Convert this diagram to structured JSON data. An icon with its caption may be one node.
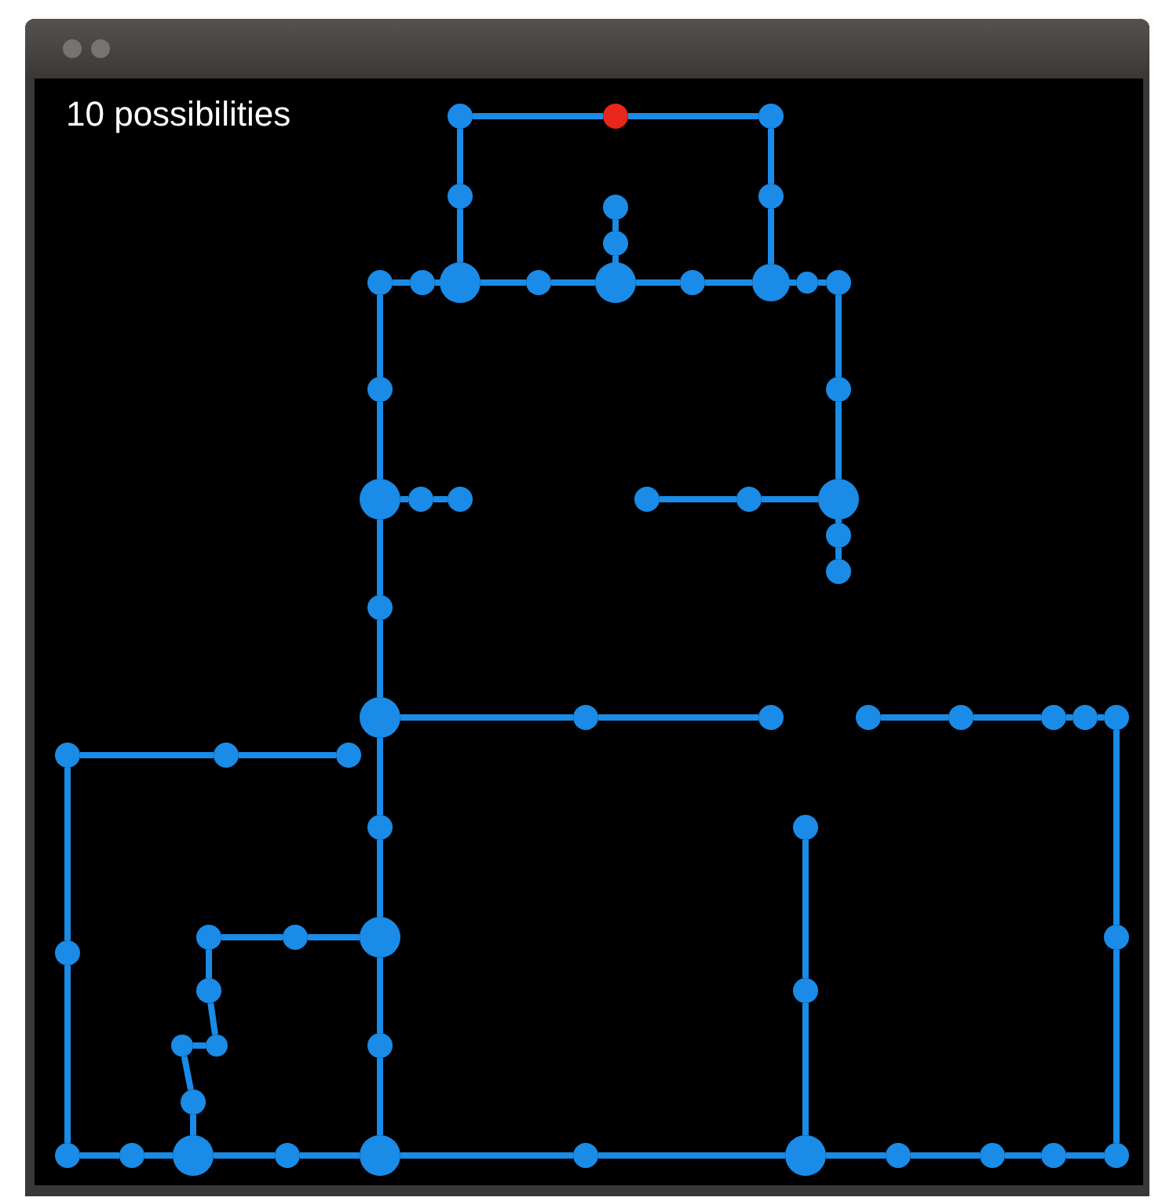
{
  "diagram": {
    "nodes": [
      {
        "text": [],
        "shape": "circle"
      },
      {
        "text": [],
        "shape": "circle"
      },
      {
        "text": [],
        "shape": "circle"
      },
      {
        "text": [],
        "shape": "circle"
      },
      {
        "text": [],
        "shape": "circle"
      },
      {
        "text": [],
        "shape": "circle"
      },
      {
        "text": [],
        "shape": "circle"
      },
      {
        "text": [],
        "shape": "circle"
      },
      {
        "text": [],
        "shape": "circle"
      },
      {
        "text": [],
        "shape": "circle"
      },
      {
        "text": [],
        "shape": "circle"
      },
      {
        "text": [],
        "shape": "circle"
      },
      {
        "text": [],
        "shape": "circle"
      },
      {
        "text": [],
        "shape": "circle"
      },
      {
        "text": [],
        "shape": "circle"
      },
      {
        "text": [],
        "shape": "circle"
      },
      {
        "text": [],
        "shape": "circle"
      },
      {
        "text": [],
        "shape": "circle"
      },
      {
        "text": [],
        "shape": "circle"
      },
      {
        "text": [],
        "shape": "circle"
      },
      {
        "text": [],
        "shape": "circle"
      },
      {
        "text": [],
        "shape": "circle"
      },
      {
        "text": [],
        "shape": "circle"
      },
      {
        "text": [],
        "shape": "circle"
      },
      {
        "text": [],
        "shape": "circle"
      },
      {
        "text": [],
        "shape": "circle"
      },
      {
        "text": [],
        "shape": "circle"
      },
      {
        "text": [],
        "shape": "circle"
      },
      {
        "text": [],
        "shape": "circle"
      },
      {
        "text": [],
        "shape": "circle"
      },
      {
        "text": [],
        "shape": "circle"
      },
      {
        "text": [],
        "shape": "circle"
      },
      {
        "text": [],
        "shape": "circle"
      },
      {
        "text": [],
        "shape": "circle"
      },
      {
        "text": [],
        "shape": "circle"
      },
      {
        "text": [],
        "shape": "circle"
      },
      {
        "text": [],
        "shape": "circle"
      },
      {
        "text": [],
        "shape": "circle"
      },
      {
        "text": [],
        "shape": "circle"
      },
      {
        "text": [],
        "shape": "circle"
      },
      {
        "text": [],
        "shape": "circle"
      },
      {
        "text": [],
        "shape": "circle"
      },
      {
        "text": [],
        "shape": "circle"
      },
      {
        "text": [],
        "shape": "circle"
      },
      {
        "text": [],
        "shape": "circle"
      },
      {
        "text": [],
        "shape": "circle"
      },
      {
        "text": [],
        "shape": "circle"
      },
      {
        "text": [],
        "shape": "circle"
      },
      {
        "text": [],
        "shape": "circle"
      },
      {
        "text": [],
        "shape": "circle"
      },
      {
        "text": [],
        "shape": "circle"
      },
      {
        "text": [],
        "shape": "circle"
      },
      {
        "text": [],
        "shape": "circle"
      },
      {
        "text": [],
        "shape": "circle"
      },
      {
        "text": [],
        "shape": "circle"
      },
      {
        "text": [],
        "shape": "circle"
      },
      {
        "text": [],
        "shape": "circle"
      },
      {
        "text": [],
        "shape": "circle"
      },
      {
        "text": [],
        "shape": "circle"
      },
      {
        "text": [],
        "shape": "circle"
      },
      {
        "text": [],
        "shape": "circle"
      },
      {
        "text": [],
        "shape": "circle"
      }
    ],
    "edges": [
      {
        "from": 0,
        "to": 1,
        "arrow": "none"
      },
      {
        "from": 1,
        "to": 2,
        "arrow": "none"
      },
      {
        "from": 0,
        "to": 3,
        "arrow": "none"
      },
      {
        "from": 3,
        "to": 9,
        "arrow": "none"
      },
      {
        "from": 2,
        "to": 4,
        "arrow": "none"
      },
      {
        "from": 4,
        "to": 13,
        "arrow": "none"
      },
      {
        "from": 5,
        "to": 6,
        "arrow": "none"
      },
      {
        "from": 6,
        "to": 11,
        "arrow": "none"
      },
      {
        "from": 7,
        "to": 8,
        "arrow": "none"
      },
      {
        "from": 8,
        "to": 9,
        "arrow": "none"
      },
      {
        "from": 9,
        "to": 10,
        "arrow": "none"
      },
      {
        "from": 10,
        "to": 11,
        "arrow": "none"
      },
      {
        "from": 11,
        "to": 12,
        "arrow": "none"
      },
      {
        "from": 12,
        "to": 13,
        "arrow": "none"
      },
      {
        "from": 13,
        "to": 14,
        "arrow": "none"
      },
      {
        "from": 14,
        "to": 15,
        "arrow": "none"
      },
      {
        "from": 7,
        "to": 16,
        "arrow": "none"
      },
      {
        "from": 16,
        "to": 18,
        "arrow": "none"
      },
      {
        "from": 18,
        "to": 26,
        "arrow": "none"
      },
      {
        "from": 26,
        "to": 27,
        "arrow": "none"
      },
      {
        "from": 27,
        "to": 38,
        "arrow": "none"
      },
      {
        "from": 38,
        "to": 42,
        "arrow": "none"
      },
      {
        "from": 42,
        "to": 49,
        "arrow": "none"
      },
      {
        "from": 49,
        "to": 55,
        "arrow": "none"
      },
      {
        "from": 18,
        "to": 19,
        "arrow": "none"
      },
      {
        "from": 19,
        "to": 20,
        "arrow": "none"
      },
      {
        "from": 15,
        "to": 17,
        "arrow": "none"
      },
      {
        "from": 17,
        "to": 23,
        "arrow": "none"
      },
      {
        "from": 23,
        "to": 24,
        "arrow": "none"
      },
      {
        "from": 24,
        "to": 25,
        "arrow": "none"
      },
      {
        "from": 21,
        "to": 22,
        "arrow": "none"
      },
      {
        "from": 22,
        "to": 23,
        "arrow": "none"
      },
      {
        "from": 27,
        "to": 28,
        "arrow": "none"
      },
      {
        "from": 28,
        "to": 29,
        "arrow": "none"
      },
      {
        "from": 30,
        "to": 31,
        "arrow": "none"
      },
      {
        "from": 31,
        "to": 32,
        "arrow": "none"
      },
      {
        "from": 32,
        "to": 33,
        "arrow": "none"
      },
      {
        "from": 33,
        "to": 34,
        "arrow": "none"
      },
      {
        "from": 34,
        "to": 43,
        "arrow": "none"
      },
      {
        "from": 43,
        "to": 61,
        "arrow": "none"
      },
      {
        "from": 35,
        "to": 36,
        "arrow": "none"
      },
      {
        "from": 36,
        "to": 37,
        "arrow": "none"
      },
      {
        "from": 35,
        "to": 44,
        "arrow": "none"
      },
      {
        "from": 44,
        "to": 51,
        "arrow": "none"
      },
      {
        "from": 39,
        "to": 46,
        "arrow": "none"
      },
      {
        "from": 46,
        "to": 57,
        "arrow": "none"
      },
      {
        "from": 40,
        "to": 41,
        "arrow": "none"
      },
      {
        "from": 41,
        "to": 42,
        "arrow": "none"
      },
      {
        "from": 40,
        "to": 45,
        "arrow": "none"
      },
      {
        "from": 45,
        "to": 48,
        "arrow": "none"
      },
      {
        "from": 47,
        "to": 48,
        "arrow": "none"
      },
      {
        "from": 47,
        "to": 50,
        "arrow": "none"
      },
      {
        "from": 50,
        "to": 53,
        "arrow": "none"
      },
      {
        "from": 51,
        "to": 52,
        "arrow": "none"
      },
      {
        "from": 52,
        "to": 53,
        "arrow": "none"
      },
      {
        "from": 53,
        "to": 54,
        "arrow": "none"
      },
      {
        "from": 54,
        "to": 55,
        "arrow": "none"
      },
      {
        "from": 55,
        "to": 56,
        "arrow": "none"
      },
      {
        "from": 56,
        "to": 57,
        "arrow": "none"
      },
      {
        "from": 57,
        "to": 58,
        "arrow": "none"
      },
      {
        "from": 58,
        "to": 59,
        "arrow": "none"
      },
      {
        "from": 59,
        "to": 60,
        "arrow": "none"
      },
      {
        "from": 60,
        "to": 61,
        "arrow": "none"
      }
    ],
    "labels": [
      "10 possibilities"
    ]
  }
}
